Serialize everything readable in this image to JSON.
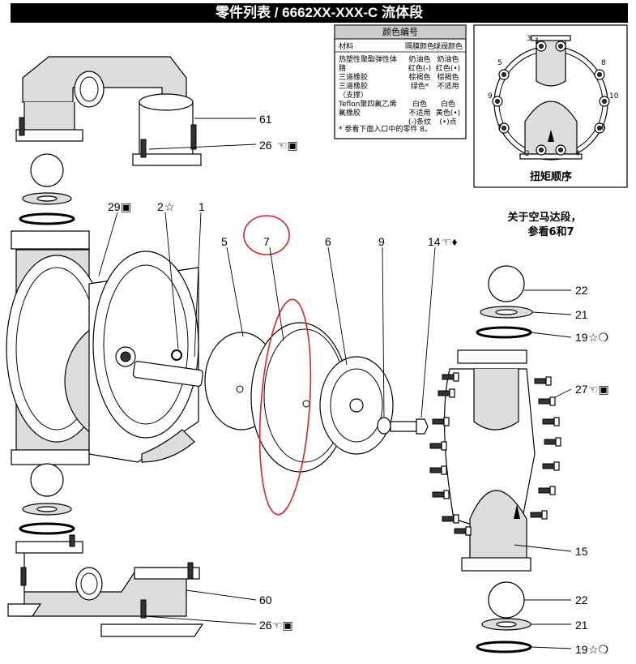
{
  "title": "零件列表 / 6662XX-XXX-C 流体段",
  "color_table": {
    "header": "颜色编号",
    "col_material": "材料",
    "col_diaphragm": "隔膜颜色",
    "col_ball": "球阀颜色",
    "rows": [
      {
        "material": "热塑性聚酯弹性体",
        "diaphragm": "奶油色",
        "ball": "奶油色"
      },
      {
        "material": "腈",
        "diaphragm": "红色(-)",
        "ball": "红色(•)"
      },
      {
        "material": "三道橡胶",
        "diaphragm": "棕褐色",
        "ball": "棕褐色"
      },
      {
        "material": "三道橡胶",
        "diaphragm": "绿色*",
        "ball": "不适用"
      },
      {
        "material": "（支撑）",
        "diaphragm": "",
        "ball": ""
      },
      {
        "material": "Teflon聚四氟乙烯",
        "diaphragm": "白色",
        "ball": "白色"
      },
      {
        "material": "氟橡胶",
        "diaphragm": "不适用",
        "ball": "黄色(•)"
      },
      {
        "material": "",
        "diaphragm": "(-)条纹",
        "ball": "(•)点"
      }
    ],
    "footnote": "* 参看下面入口中的零件 8。"
  },
  "torque_box": {
    "caption": "扭矩顺序",
    "numbers": [
      "1",
      "2",
      "3",
      "4",
      "5",
      "6",
      "7",
      "8",
      "9",
      "10"
    ]
  },
  "air_motor_note": {
    "line1": "关于空马达段，",
    "line2": "参看6和7"
  },
  "part_labels": {
    "p61": "61",
    "p26a": "26",
    "p29": "29",
    "p2": "2",
    "p1": "1",
    "p5": "5",
    "p7": "7",
    "p6": "6",
    "p9": "9",
    "p14": "14",
    "p22a": "22",
    "p21a": "21",
    "p19a": "19",
    "p27": "27",
    "p15": "15",
    "p60": "60",
    "p26b": "26",
    "p22b": "22",
    "p21b": "21",
    "p19b": "19"
  },
  "highlight_color": "#e0202a"
}
